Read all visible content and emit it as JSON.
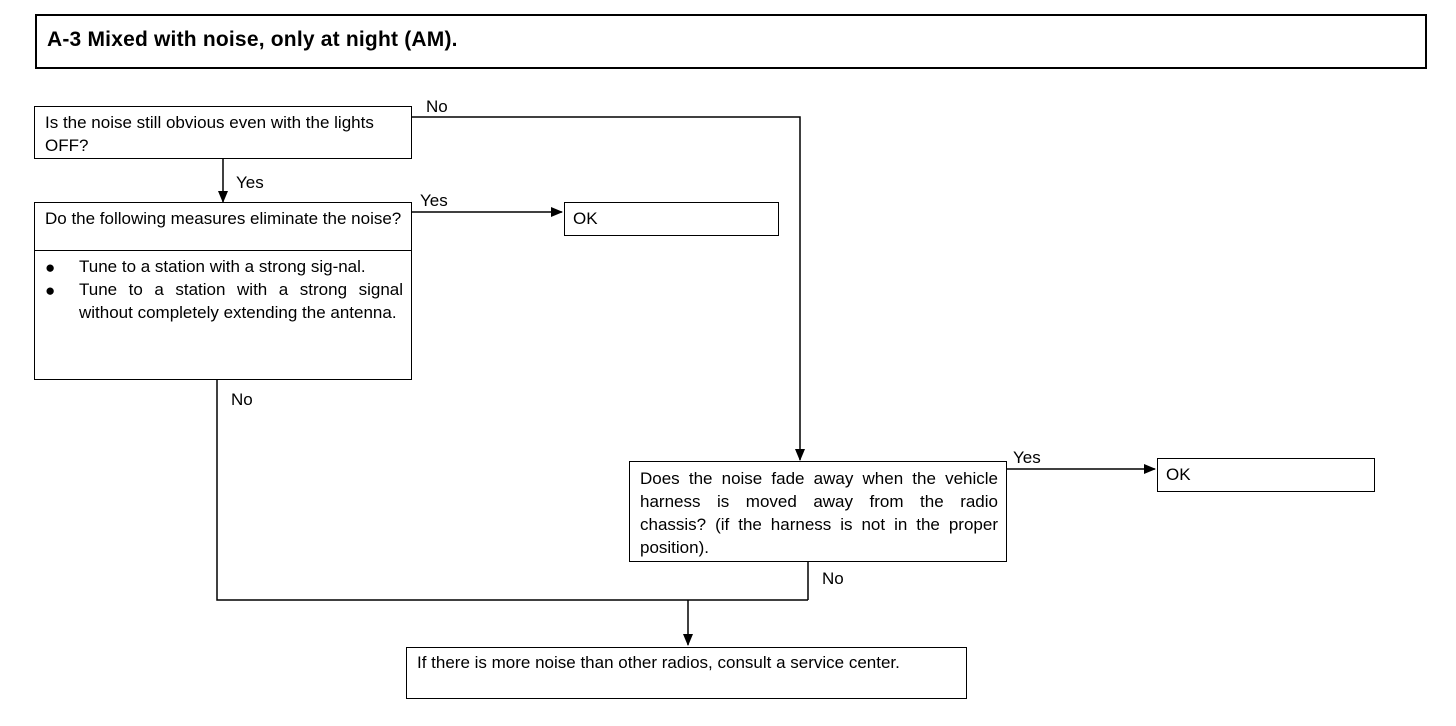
{
  "title": "A-3 Mixed with noise, only at night (AM).",
  "nodes": {
    "q1": {
      "text": "Is the noise still obvious even with the lights OFF?"
    },
    "q2": {
      "text": "Do the following measures eliminate the noise?",
      "measures": [
        "Tune to a station with a strong sig-nal.",
        "Tune to a station with a strong signal without completely extending the antenna."
      ]
    },
    "ok1": {
      "text": "OK"
    },
    "q3": {
      "text": "Does the noise fade away when the vehicle harness is moved away from the radio chassis? (if the harness is not in the proper position)."
    },
    "ok2": {
      "text": "OK"
    },
    "end": {
      "text": "If there is more noise than other radios, consult a service center."
    }
  },
  "edges": {
    "q1_no": "No",
    "q1_yes": "Yes",
    "q2_yes": "Yes",
    "q2_no": "No",
    "q3_yes": "Yes",
    "q3_no": "No"
  },
  "bullet_symbol": "●"
}
